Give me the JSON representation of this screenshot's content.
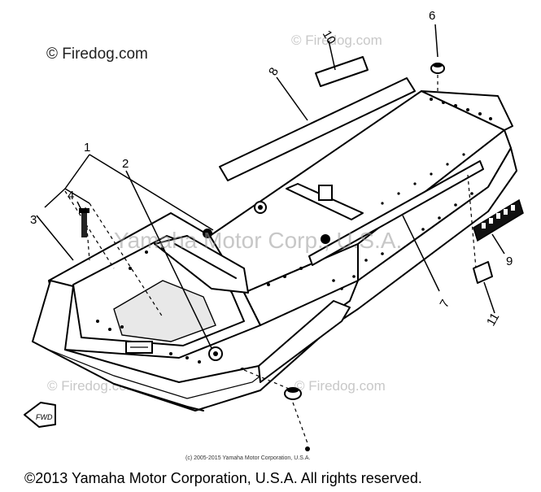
{
  "watermarks": {
    "top_left": "© Firedog.com",
    "top_center": "© Firedog.com",
    "bottom_left": "© Firedog.com",
    "bottom_right": "© Firedog.com",
    "center": "Yamaha Motor Corp., U.S.A."
  },
  "part_labels": [
    "1",
    "2",
    "3",
    "4",
    "6",
    "7",
    "8",
    "9",
    "10",
    "11"
  ],
  "direction_arrow": "FWD",
  "copyright_small": "(c) 2005-2015 Yamaha Motor Corporation, U.S.A.",
  "copyright_footer": "©2013 Yamaha Motor Corporation, U.S.A. All rights reserved."
}
